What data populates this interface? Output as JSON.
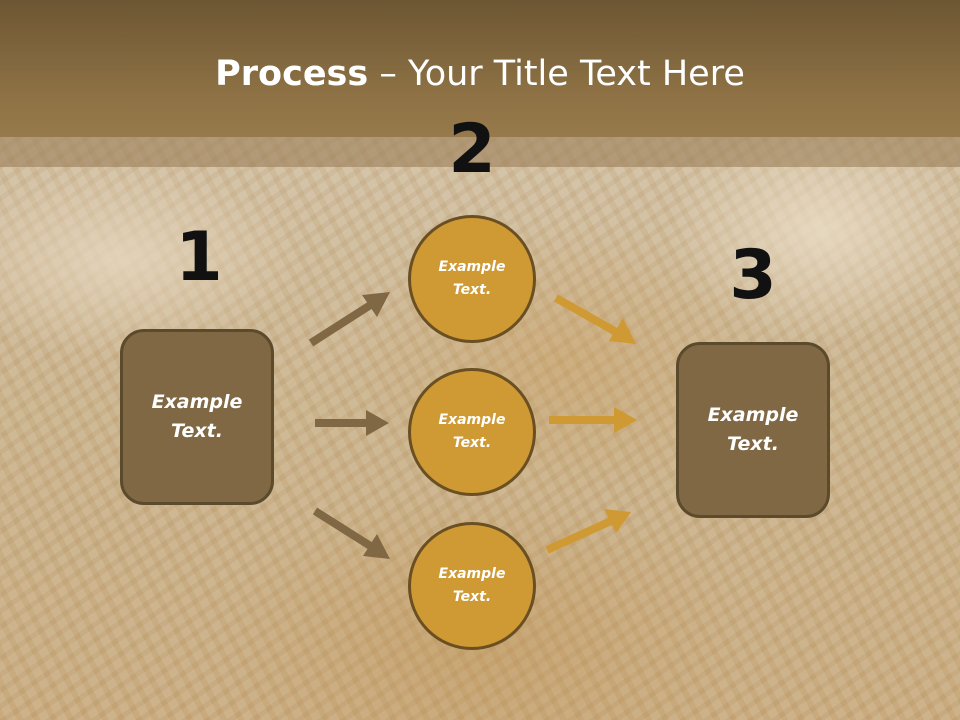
{
  "slide": {
    "title_bold": "Process",
    "title_rest": " – Your Title Text Here"
  },
  "steps": {
    "one": "1",
    "two": "2",
    "three": "3"
  },
  "boxes": {
    "left": "Example\nText.",
    "right": "Example\nText."
  },
  "circles": [
    {
      "label": "Example\nText."
    },
    {
      "label": "Example\nText."
    },
    {
      "label": "Example\nText."
    }
  ],
  "colors": {
    "header": "#8e7245",
    "box_fill": "#7f6843",
    "circle_fill": "#cf9a34",
    "arrow_left": "#7f6843",
    "arrow_right": "#cf9a34"
  }
}
